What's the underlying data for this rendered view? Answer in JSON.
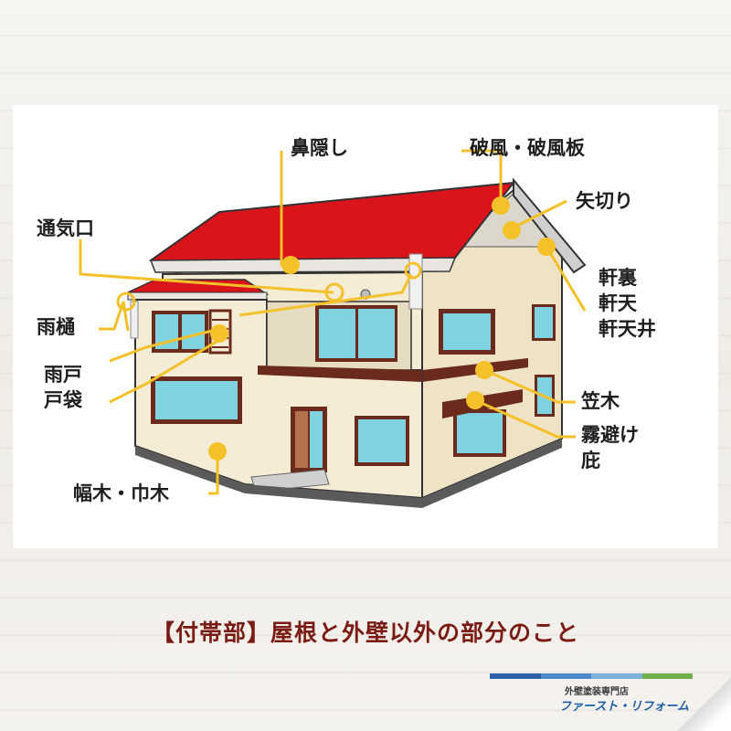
{
  "labels": {
    "hanakakushi": "鼻隠し",
    "hafu": "破風・破風板",
    "yagiri": "矢切り",
    "tsukiguchi": "通気口",
    "noki_ura": "軒裏",
    "noki_ten": "軒天",
    "noki_tenjo": "軒天井",
    "amadoi": "雨樋",
    "amado": "雨戸",
    "tobukuro": "戸袋",
    "kasagi": "笠木",
    "kirioke": "霧避け",
    "hisashi": "庇",
    "habaki": "幅木・巾木"
  },
  "caption": "【付帯部】屋根と外壁以外の部分のこと",
  "logo": {
    "small": "外壁塗装専門店",
    "big": "ファースト・リフォーム"
  },
  "colors": {
    "roof": "#d9141b",
    "wall": "#f5ecd6",
    "trim": "#6a2b1c",
    "glass": "#66c8d9",
    "marker": "#f4c12b",
    "caption": "#7b1c14"
  }
}
